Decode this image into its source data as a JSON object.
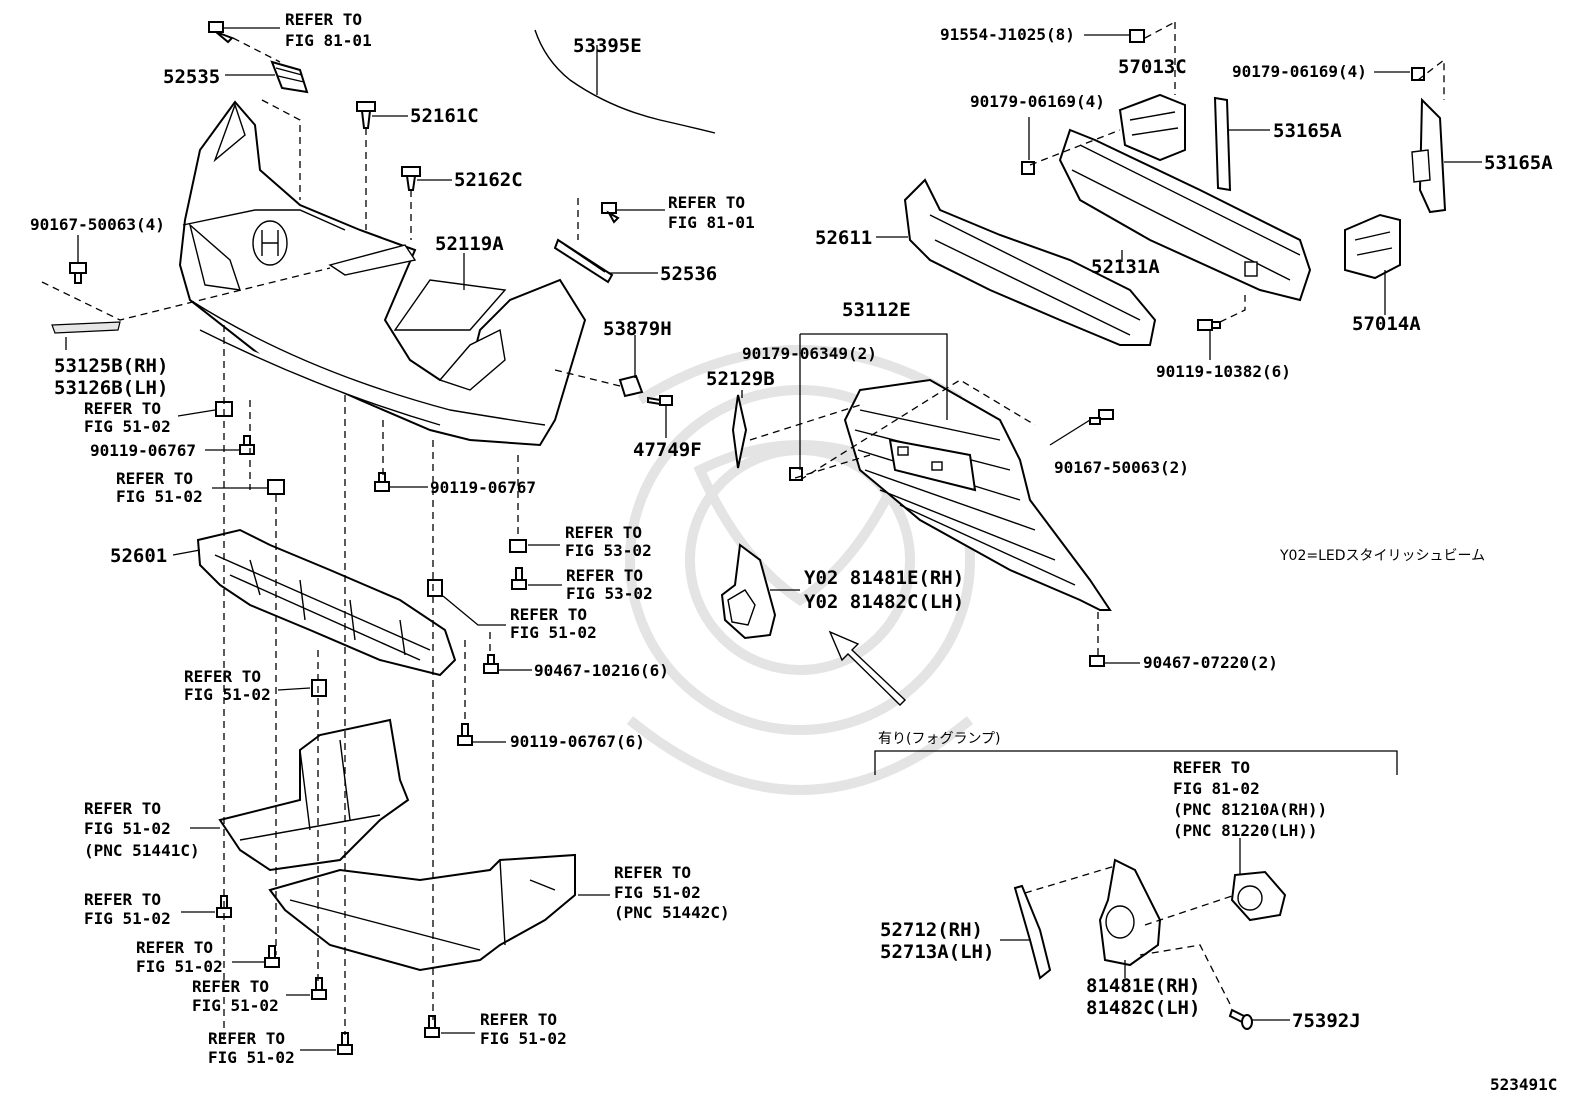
{
  "parts": {
    "p52535": "52535",
    "p52161c": "52161C",
    "p52162c": "52162C",
    "p52119a": "52119A",
    "p53395e": "53395E",
    "p52536": "52536",
    "p53879h": "53879H",
    "p47749f": "47749F",
    "p90167_50063_4": "90167-50063(4)",
    "p53125b": "53125B(RH)",
    "p53126b": "53126B(LH)",
    "p90119_06767_a": "90119-06767",
    "p90119_06767_b": "90119-06767",
    "p52601": "52601",
    "p90467_10216": "90467-10216(6)",
    "p90119_06767_6": "90119-06767(6)",
    "p91554": "91554-J1025(8)",
    "p57013c": "57013C",
    "p90179_06169_a": "90179-06169(4)",
    "p90179_06169_b": "90179-06169(4)",
    "p53165a_a": "53165A",
    "p53165a_b": "53165A",
    "p52611": "52611",
    "p52131a": "52131A",
    "p57014a": "57014A",
    "p90119_10382": "90119-10382(6)",
    "p53112e": "53112E",
    "p90179_06349": "90179-06349(2)",
    "p52129b": "52129B",
    "p90167_50063_2": "90167-50063(2)",
    "p81481e_y02": "Y02 81481E(RH)",
    "p81482c_y02": "Y02 81482C(LH)",
    "p90467_07220": "90467-07220(2)",
    "p52712": "52712(RH)",
    "p52713a": "52713A(LH)",
    "p81481e": "81481E(RH)",
    "p81482c": "81482C(LH)",
    "p75392j": "75392J"
  },
  "refs": {
    "refer_to": "REFER TO",
    "fig_81_01": "FIG 81-01",
    "fig_51_02": "FIG 51-02",
    "fig_53_02": "FIG 53-02",
    "fig_81_02": "FIG 81-02",
    "pnc_51441c": "(PNC 51441C)",
    "pnc_51442c": "(PNC 51442C)",
    "pnc_81210a": "(PNC 81210A(RH))",
    "pnc_81220": "(PNC 81220(LH))"
  },
  "notes": {
    "y02_note": "Y02=LEDスタイリッシュビーム",
    "fog_lamp_note": "有り(フォグランプ)",
    "diagram_id": "523491C"
  },
  "colors": {
    "line": "#000000",
    "watermark": "#e4e4e4",
    "background": "#ffffff"
  }
}
